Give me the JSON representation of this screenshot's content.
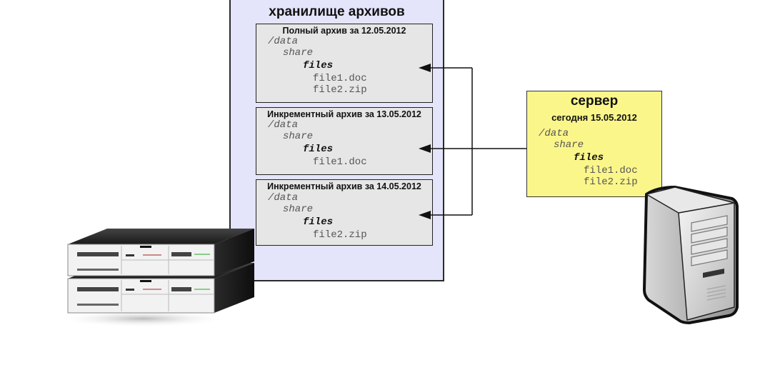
{
  "storage": {
    "title": "хранилище архивов"
  },
  "archives": [
    {
      "title": "Полный архив за 12.05.2012",
      "root": "/data",
      "dir": "share",
      "sub": "files",
      "files": [
        "file1.doc",
        "file2.zip"
      ]
    },
    {
      "title": "Инкрементный архив за 13.05.2012",
      "root": "/data",
      "dir": "share",
      "sub": "files",
      "files": [
        "file1.doc"
      ]
    },
    {
      "title": "Инкрементный архив за 14.05.2012",
      "root": "/data",
      "dir": "share",
      "sub": "files",
      "files": [
        "file2.zip"
      ]
    }
  ],
  "server": {
    "title": "сервер",
    "date": "сегодня 15.05.2012",
    "root": "/data",
    "dir": "share",
    "sub": "files",
    "files": [
      "file1.doc",
      "file2.zip"
    ]
  },
  "icons": {
    "storage_device": "rack-switch-icon",
    "server_device": "tower-server-icon"
  }
}
